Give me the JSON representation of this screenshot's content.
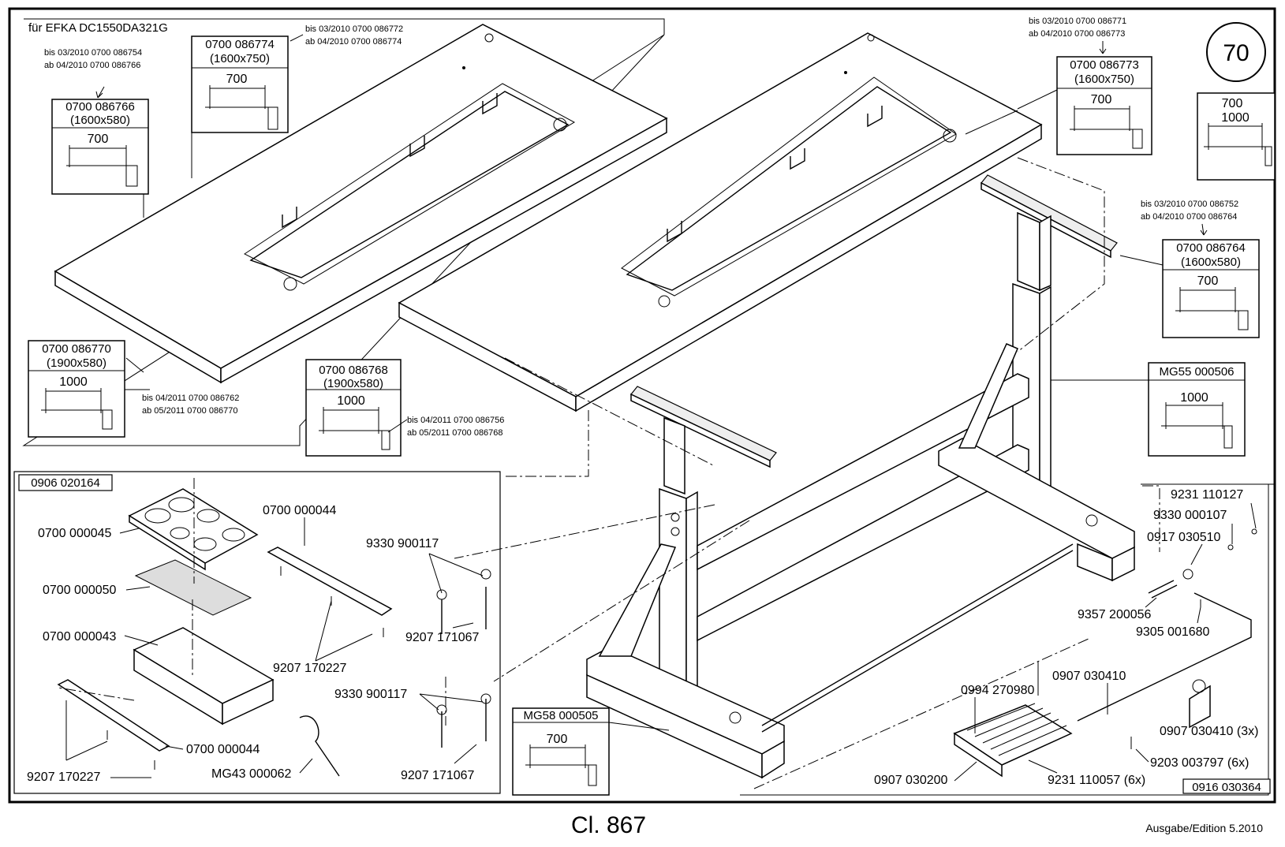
{
  "page_number": "70",
  "boxes": {
    "top_left_group_title": "für EFKA DC1550DA321G",
    "tabletop_a": {
      "pn": "0700 086766",
      "size": "(1600x580)",
      "dim": "700"
    },
    "tabletop_b": {
      "pn": "0700 086774",
      "size": "(1600x750)",
      "dim": "700"
    },
    "tabletop_c": {
      "pn": "0700 086770",
      "size": "(1900x580)",
      "dim": "1000"
    },
    "tabletop_d": {
      "pn": "0700 086768",
      "size": "(1900x580)",
      "dim": "1000"
    },
    "tabletop_e": {
      "pn": "0700 086773",
      "size": "(1600x750)",
      "dim": "700"
    },
    "tabletop_f": {
      "pn": "0700 086764",
      "size": "(1600x580)",
      "dim": "700"
    },
    "topright_dims": {
      "dim1": "700",
      "dim2": "1000"
    },
    "frame_a": {
      "pn": "MG55 000506",
      "dim": "1000"
    },
    "frame_b": {
      "pn": "MG58 000505",
      "dim": "700"
    },
    "drawer_group": {
      "pn": "0906 020164"
    },
    "pedal_group": {
      "pn": "0916 030364"
    }
  },
  "notes": {
    "n1": {
      "l1": "bis  03/2010   0700 086754",
      "l2": "ab   04/2010   0700 086766"
    },
    "n2": {
      "l1": "bis  03/2010   0700 086772",
      "l2": "ab   04/2010   0700 086774"
    },
    "n3": {
      "l1": "bis  04/2011   0700 086762",
      "l2": "ab   05/2011   0700 086770"
    },
    "n4": {
      "l1": "bis  04/2011   0700 086756",
      "l2": "ab   05/2011   0700 086768"
    },
    "n5": {
      "l1": "bis  03/2010   0700 086771",
      "l2": "ab   04/2010   0700 086773"
    },
    "n6": {
      "l1": "bis  03/2010   0700 086752",
      "l2": "ab   04/2010   0700 086764"
    }
  },
  "drawer_parts": {
    "p1": "0700 000045",
    "p2": "0700 000050",
    "p3": "0700 000043",
    "p4": "0700 000044",
    "p5": "0700 000044",
    "p6": "9207 170227",
    "p7": "9207 170227",
    "p8": "MG43 000062",
    "p9": "9330 900117",
    "p10": "9207 171067",
    "p11": "9330 900117",
    "p12": "9207 171067"
  },
  "pedal_parts": {
    "p1": "9231 110127",
    "p2": "9330 000107",
    "p3": "0917 030510",
    "p4": "9357 200056",
    "p5": "9305 001680",
    "p6": "0994 270980",
    "p7": "0907 030410",
    "p8": "0907 030410 (3x)",
    "p9": "9203 003797 (6x)",
    "p10": "0907 030200",
    "p11": "9231 110057 (6x)"
  },
  "footer": {
    "title": "Cl. 867",
    "edition": "Ausgabe/Edition   5.2010"
  }
}
